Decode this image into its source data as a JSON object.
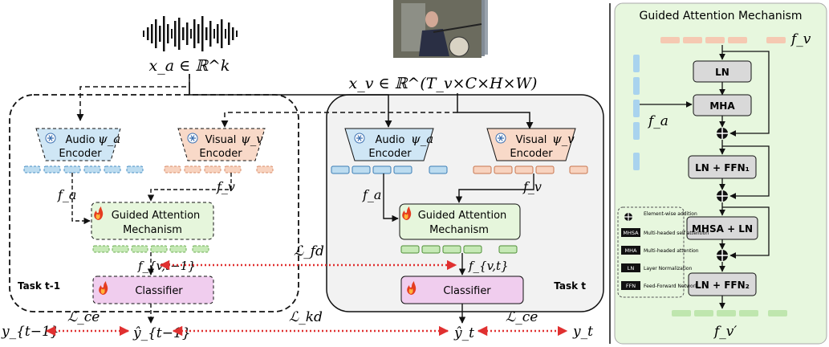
{
  "inputs": {
    "audio_math": "x_a ∈ ℝ^k",
    "visual_math": "x_v ∈ ℝ^(T_v×C×H×W)"
  },
  "task_prev": {
    "title": "Task t-1",
    "audio_encoder": {
      "line1": "Audio",
      "line2": "Encoder",
      "sym": "ψ_a"
    },
    "visual_encoder": {
      "line1": "Visual",
      "line2": "Encoder",
      "sym": "ψ_v"
    },
    "fa": "f_a",
    "fv": "f_v",
    "gam": {
      "line1": "Guided Attention",
      "line2": "Mechanism"
    },
    "fvt": "f_{v,t−1}",
    "classifier": "Classifier"
  },
  "task_curr": {
    "title": "Task t",
    "audio_encoder": {
      "line1": "Audio",
      "line2": "Encoder",
      "sym": "ψ_a"
    },
    "visual_encoder": {
      "line1": "Visual",
      "line2": "Encoder",
      "sym": "ψ_v"
    },
    "fa": "f_a",
    "fv": "f_v",
    "gam": {
      "line1": "Guided Attention",
      "line2": "Mechanism"
    },
    "fvt": "f_{v,t}",
    "classifier": "Classifier"
  },
  "losses": {
    "fd": "ℒ_fd",
    "kd": "ℒ_kd",
    "ce_left": "ℒ_ce",
    "ce_right": "ℒ_ce"
  },
  "outputs": {
    "y_prev": "y_{t−1}",
    "yhat_prev": "ŷ_{t−1}",
    "yhat_curr": "ŷ_t",
    "y_curr": "y_t"
  },
  "panel": {
    "title": "Guided Attention Mechanism",
    "fv_in": "f_v",
    "fa": "f_a",
    "fv_out": "f_v′",
    "blocks": [
      "LN",
      "MHA",
      "LN + FFN₁",
      "MHSA + LN",
      "LN + FFN₂"
    ],
    "legend": {
      "add": "Element-wise addition",
      "mhsa_key": "MHSA",
      "mhsa_desc": "Multi-headed self attention",
      "mha_key": "MHA",
      "mha_desc": "Multi-headed attention",
      "ln_key": "LN",
      "ln_desc": "Layer Normalization",
      "ffn_key": "FFN",
      "ffn_desc": "Feed-Forward Network"
    }
  },
  "colors": {
    "audio_fill": "#cfe6f5",
    "visual_fill": "#f8d9c8",
    "gam_fill": "#e6f6dc",
    "classifier_fill": "#f0cdee",
    "panel_fill": "#e7f7de",
    "loss_red": "#e03030"
  },
  "icons": [
    "audio-waveform-icon",
    "snowflake-icon",
    "flame-icon",
    "add-circle-icon",
    "video-frame-icon"
  ]
}
